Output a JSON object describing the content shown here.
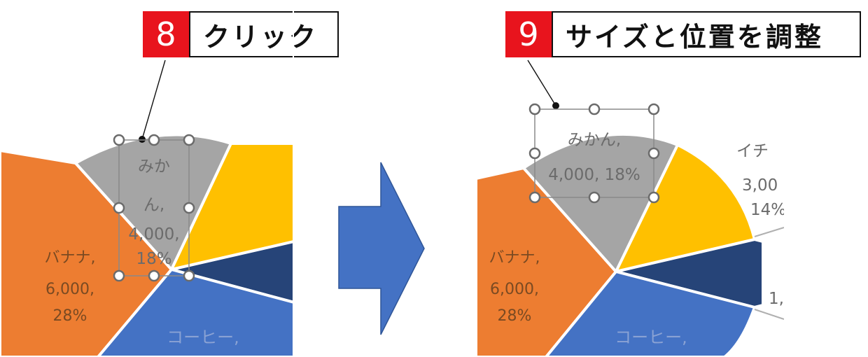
{
  "steps": [
    {
      "number": "8",
      "label": "クリック"
    },
    {
      "number": "9",
      "label": "サイズと位置を調整"
    }
  ],
  "left_chart": {
    "selected_label_lines": [
      "みか",
      "ん,",
      "4,000,",
      "18%"
    ],
    "banana_lines": [
      "バナナ,",
      "6,000,",
      "28%"
    ],
    "coffee_lines": [
      "コーヒー,"
    ]
  },
  "right_chart": {
    "selected_label_lines": [
      "みかん,",
      "4,000, 18%"
    ],
    "banana_lines": [
      "バナナ,",
      "6,000,",
      "28%"
    ],
    "coffee_lines": [
      "コーヒー,"
    ],
    "ichigo_lines": [
      "イチ",
      "3,00",
      "14%"
    ],
    "other_lines": [
      "1,"
    ]
  },
  "colors": {
    "orange": "#ed7d31",
    "gray": "#a5a5a5",
    "yellow": "#ffc000",
    "navy": "#264478",
    "blue": "#4472c4",
    "step_red": "#e8141d",
    "arrow": "#4472c4"
  }
}
